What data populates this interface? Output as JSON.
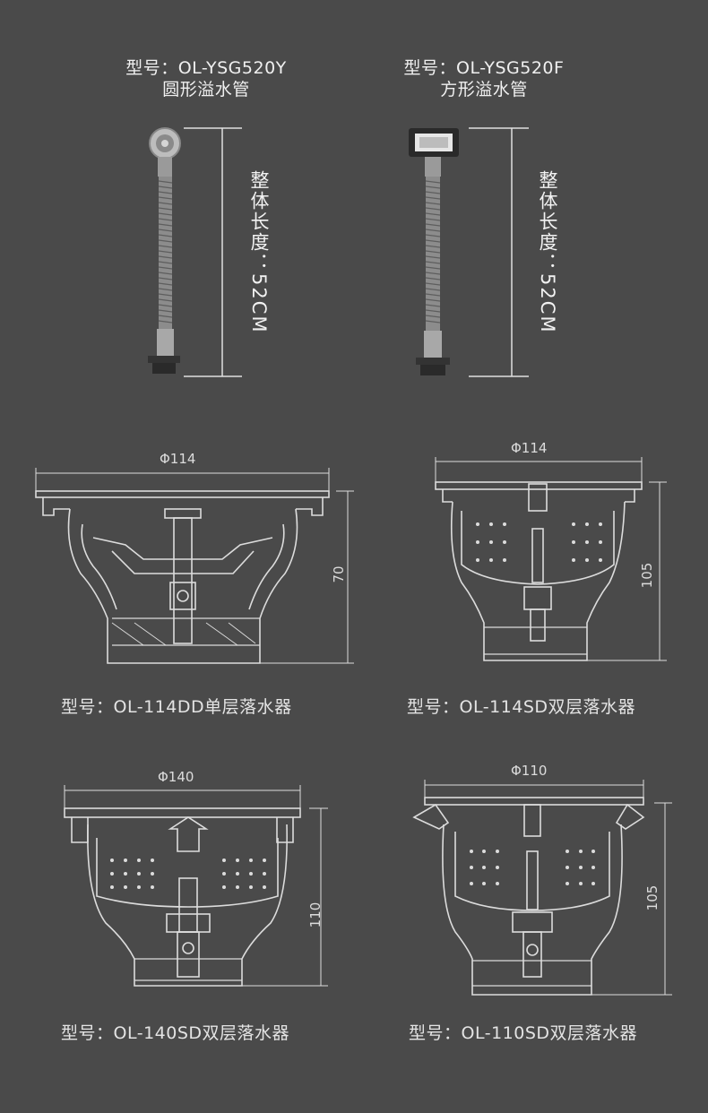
{
  "overflow_pipes": [
    {
      "model": "型号：OL-YSG520Y",
      "name": "圆形溢水管",
      "length_label": "整体长度：52CM"
    },
    {
      "model": "型号：OL-YSG520F",
      "name": "方形溢水管",
      "length_label": "整体长度：52CM"
    }
  ],
  "strainers": [
    {
      "width_label": "Φ114",
      "height_label": "70",
      "caption": "型号：OL-114DD单层落水器"
    },
    {
      "width_label": "Φ114",
      "height_label": "105",
      "caption": "型号：OL-114SD双层落水器"
    },
    {
      "width_label": "Φ140",
      "height_label": "110",
      "caption": "型号：OL-140SD双层落水器"
    },
    {
      "width_label": "Φ110",
      "height_label": "105",
      "caption": "型号：OL-110SD双层落水器"
    }
  ],
  "colors": {
    "background": "#4a4a4a",
    "text": "#e6e6e6",
    "line": "#d8d8d8"
  }
}
